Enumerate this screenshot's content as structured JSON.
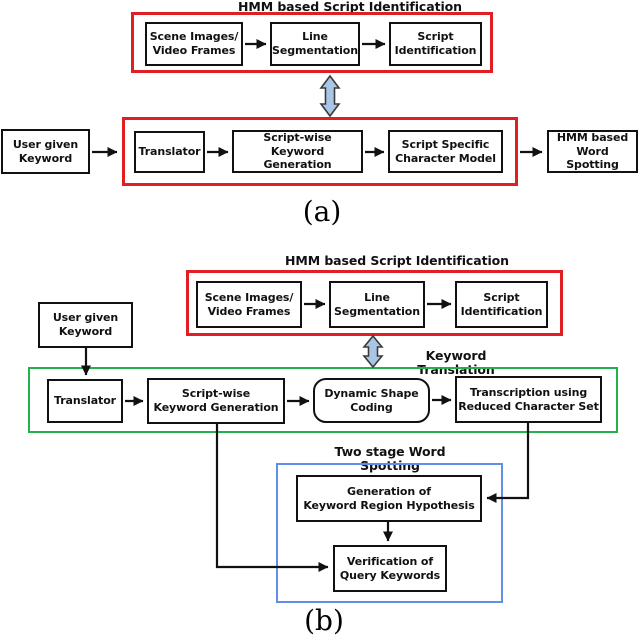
{
  "colors": {
    "ink": "#111111",
    "red_group": "#e01f25",
    "green_group": "#22b14c",
    "blue_group": "#5f8fe8",
    "arrow_fill": "#a9c6e6",
    "arrow_stroke": "#3b3b3b",
    "paper": "#ffffff"
  },
  "panel_a": {
    "caption": "(a)",
    "script_id_group_title": "HMM based Script Identification",
    "nodes": {
      "scene_images": "Scene Images/\nVideo Frames",
      "line_segmentation": "Line\nSegmentation",
      "script_identification": "Script\nIdentification",
      "user_keyword": "User given\nKeyword",
      "translator": "Translator",
      "scriptwise_keyword_generation": "Script-wise\nKeyword Generation",
      "script_specific_character_model": "Script Specific\nCharacter Model",
      "hmm_word_spotting": "HMM based\nWord Spotting"
    }
  },
  "panel_b": {
    "caption": "(b)",
    "script_id_group_title": "HMM based Script Identification",
    "keyword_translation_group_title": "Keyword Translation",
    "word_spotting_group_title": "Two stage Word Spotting",
    "nodes": {
      "scene_images": "Scene Images/\nVideo Frames",
      "line_segmentation": "Line\nSegmentation",
      "script_identification": "Script\nIdentification",
      "user_keyword": "User given\nKeyword",
      "translator": "Translator",
      "scriptwise_keyword_generation": "Script-wise\nKeyword Generation",
      "dynamic_shape_coding": "Dynamic Shape\nCoding",
      "transcription_reduced_set": "Transcription using\nReduced Character Set",
      "generation_hypothesis": "Generation of\nKeyword Region Hypothesis",
      "verification_keywords": "Verification of\nQuery Keywords"
    }
  }
}
